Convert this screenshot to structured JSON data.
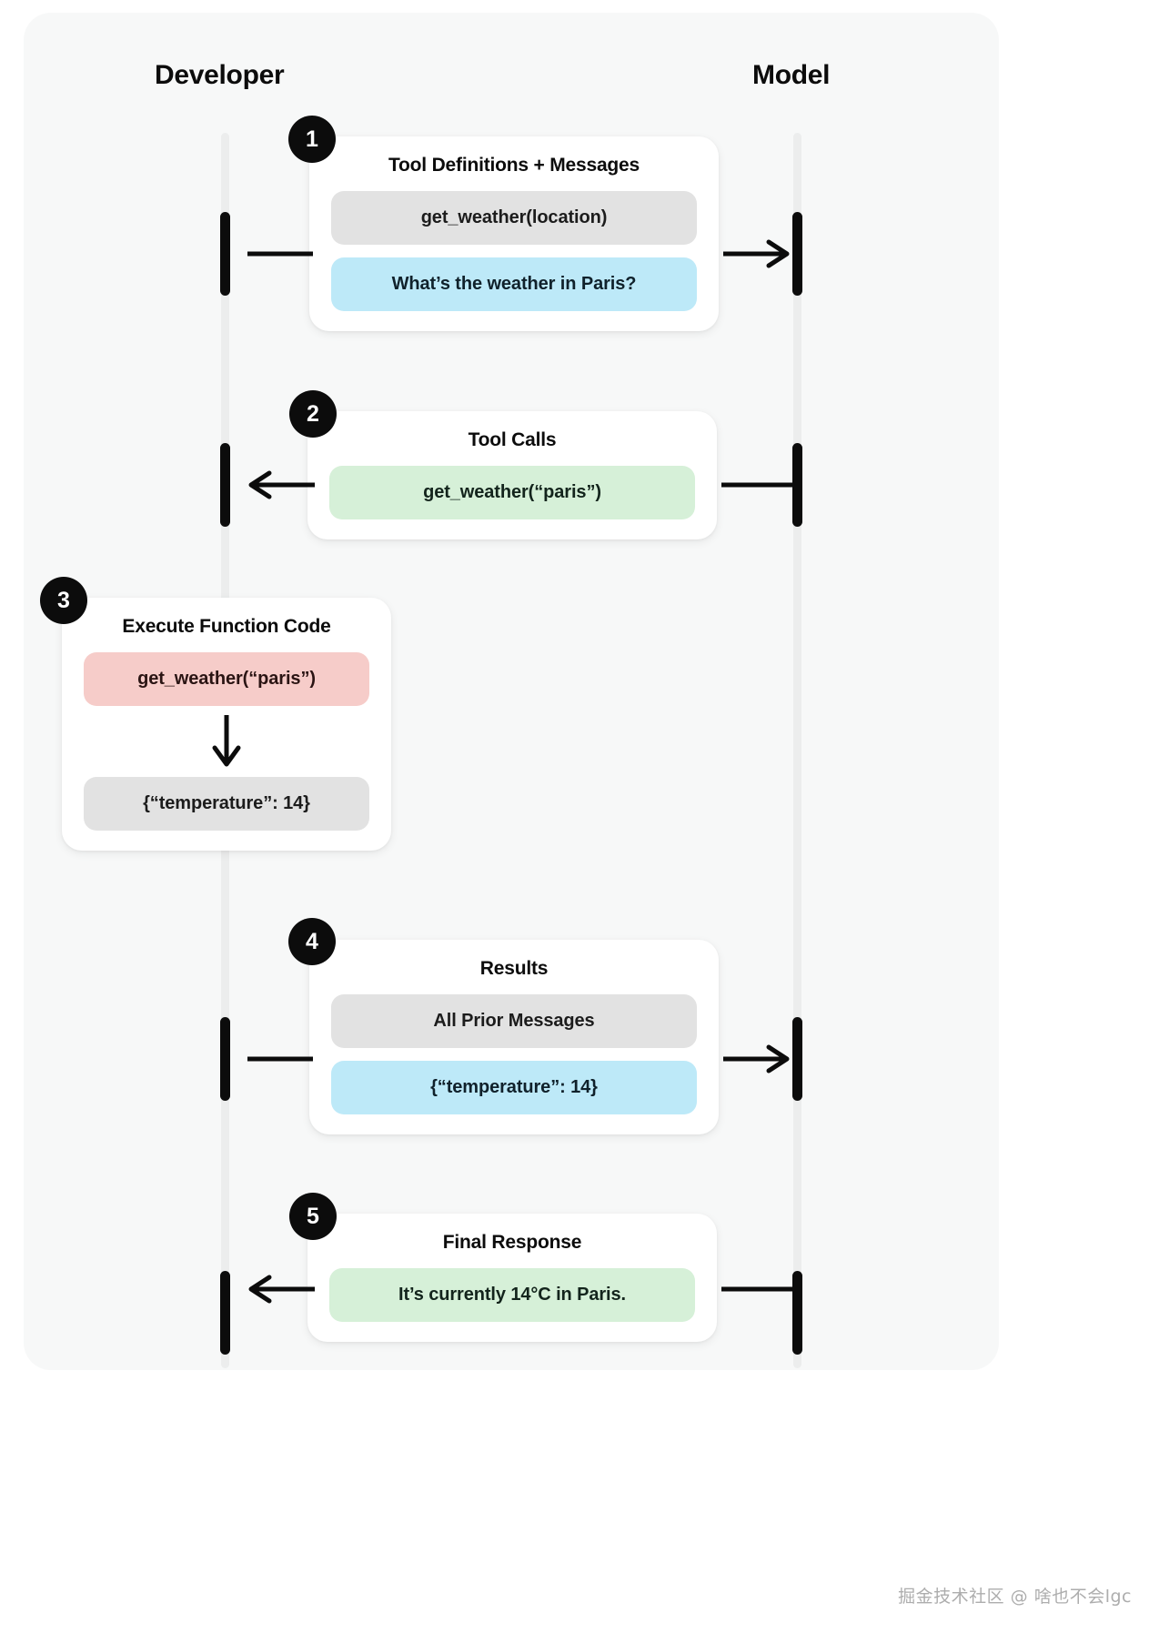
{
  "diagram": {
    "columns": {
      "left_label": "Developer",
      "right_label": "Model"
    },
    "colors": {
      "canvas_bg": "#f7f8f8",
      "lifeline": "#eceded",
      "activation": "#0c0c0c",
      "badge_bg": "#0c0c0c",
      "badge_text": "#ffffff",
      "pill_grey": "#e2e2e2",
      "pill_blue": "#bde9f8",
      "pill_green": "#d6f0d8",
      "pill_red": "#f6ccc9",
      "card_bg": "#ffffff"
    },
    "steps": [
      {
        "number": "1",
        "title": "Tool Definitions + Messages",
        "direction": "developer-to-model",
        "pills": [
          {
            "text": "get_weather(location)",
            "color": "grey"
          },
          {
            "text": "What’s the weather in Paris?",
            "color": "blue"
          }
        ]
      },
      {
        "number": "2",
        "title": "Tool Calls",
        "direction": "model-to-developer",
        "pills": [
          {
            "text": "get_weather(“paris”)",
            "color": "green"
          }
        ]
      },
      {
        "number": "3",
        "title": "Execute Function Code",
        "direction": "local",
        "pills": [
          {
            "text": "get_weather(“paris”)",
            "color": "red"
          },
          {
            "text": "{“temperature”: 14}",
            "color": "grey"
          }
        ],
        "inner_arrow": "down-arrow-icon"
      },
      {
        "number": "4",
        "title": "Results",
        "direction": "developer-to-model",
        "pills": [
          {
            "text": "All Prior Messages",
            "color": "grey"
          },
          {
            "text": "{“temperature”: 14}",
            "color": "blue"
          }
        ]
      },
      {
        "number": "5",
        "title": "Final Response",
        "direction": "model-to-developer",
        "pills": [
          {
            "text": "It’s currently 14°C in Paris.",
            "color": "green"
          }
        ]
      }
    ]
  },
  "watermark": {
    "text": "掘金技术社区 @ 啥也不会lgc"
  }
}
